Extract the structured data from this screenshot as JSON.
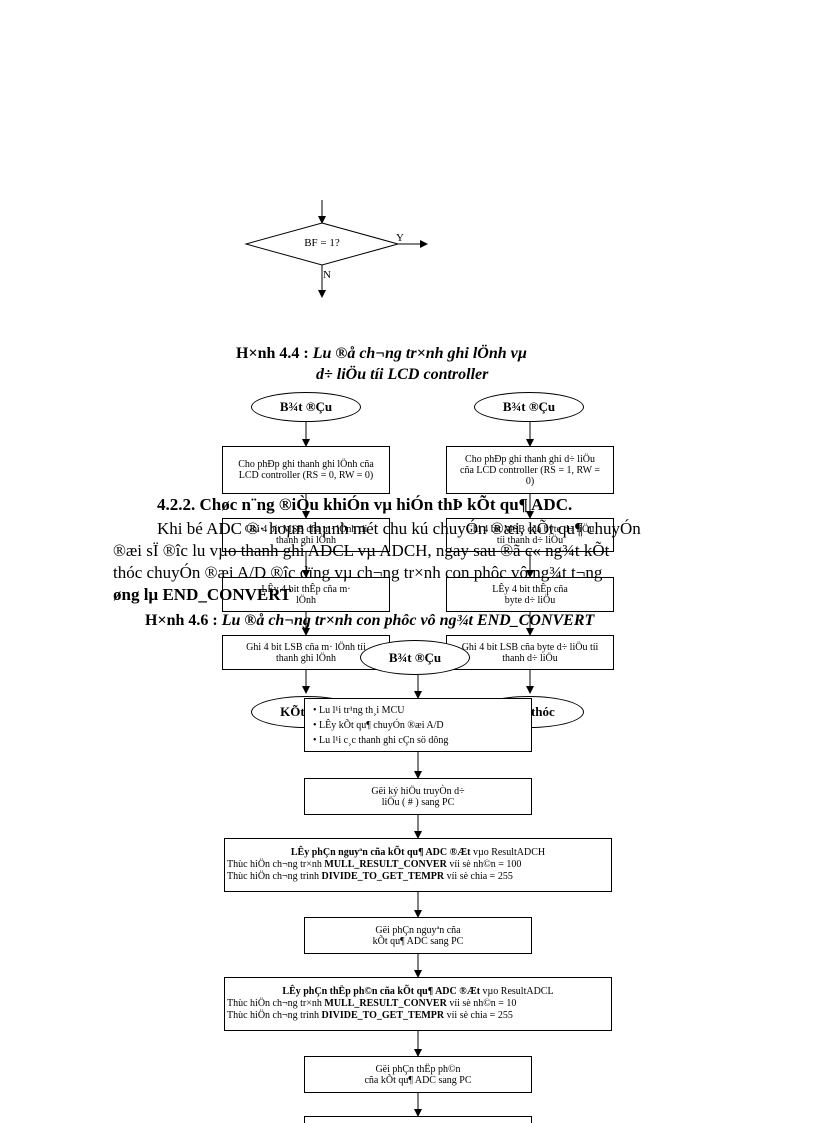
{
  "decision": {
    "label": "BF = 1?",
    "yes": "Y",
    "no": "N"
  },
  "figure_4_4": {
    "label": "H×nh 4.4",
    "sep": " : ",
    "title_line1": "Lu   ®å ch¬ng   tr×nh ghi lÖnh vµ",
    "title_line2": "d÷ liÖu tíi LCD controller"
  },
  "left_flow": {
    "start": "B¾t ®Çu",
    "step1": "Cho phÐp ghi thanh ghi lÖnh cña LCD controller (RS = 0, RW = 0)",
    "step2": "Ghi 4 bit MSB cña m· lÖnh tíi thanh ghi lÖnh",
    "step3": "LÊy 4 bit thÊp cña m· lÖnh",
    "step4": "Ghi 4 bit LSB cña m· lÖnh tíi thanh ghi lÖnh",
    "end": "KÕt thóc"
  },
  "right_flow": {
    "start": "B¾t ®Çu",
    "step1": "Cho phÐp ghi thanh ghi d÷ liÖu cña LCD controller (RS = 1, RW = 0)",
    "step2": "Ghi 4 bit MSB cña byte d÷ liÖu tíi thanh d÷ liÖu",
    "step3": "LÊy 4 bit thÊp cña byte d÷ liÖu",
    "step4": "Ghi 4 bit LSB cña byte d÷ liÖu tíi thanh d÷ liÖu",
    "end": "KÕt thóc"
  },
  "section": {
    "heading": "4.2.2. Chøc n¨ng ®iÒu khiÓn vµ hiÓn thÞ kÕt qu¶ ADC."
  },
  "body_lines": {
    "line1": "Khi bé ADC ®· hoµn thµnh mét chu kú chuyÓn ®æi, kÕt qu¶ chuyÓn",
    "line2": "®æi sÏ ®­îc lu vµo thanh ghi ADCL vµ ADCH, ngay sau ®ã c« ng¾t kÕt",
    "line3": "thóc chuyÓn ®æi A/D ®­îc dïng vµ ch¬ng tr×nh con phôc vô ng¾t t¬ng",
    "line4": "øng lµ END_CONVERT"
  },
  "figure_4_6": {
    "label": "H×nh 4.6",
    "sep": " : ",
    "title": "Lu   ®å ch¬ng   tr×nh con phôc vô ng¾t END_CONVERT"
  },
  "isr_flow": {
    "start": "B¾t ®Çu",
    "bullets": [
      "Lu  l¹i tr¹ng th¸i MCU",
      "LÊy kÕt qu¶ chuyÓn ®æi A/D",
      "Lu  l¹i c¸c thanh ghi cÇn sö dông"
    ],
    "send_hash_line1": "Gëi ký hiÖu truyÒn d÷",
    "send_hash_line2": "liÖu ( # ) sang PC",
    "int_block": {
      "l1_bold": "LÊy phÇn nguyªn cña kÕt qu¶ ADC ®Æt",
      "l1_rest": " vµo ResultADCH",
      "l2_pre": "Thùc hiÖn ch¬ng  tr×nh ",
      "l2_bold": "MULL_RESULT_CONVER",
      "l2_post": "  víi sè nh©n = 100",
      "l3_pre": "Thùc hiÖn ch¬ng trình ",
      "l3_bold": "DIVIDE_TO_GET_TEMPR",
      "l3_post": "  víi sè chia = 255"
    },
    "send_int_line1": "Gëi phÇn nguyªn cña",
    "send_int_line2": "kÕt qu¶ ADC sang PC",
    "frac_block": {
      "l1_bold": "LÊy phÇn thËp ph©n cña kÕt qu¶ ADC ®Æt",
      "l1_rest": " vµo ResultADCL",
      "l2_pre": "Thùc hiÖn ch¬ng  tr×nh ",
      "l2_bold": "MULL_RESULT_CONVER",
      "l2_post": "  víi sè nh©n = 10",
      "l3_pre": "Thùc hiÖn ch¬ng trình ",
      "l3_bold": "DIVIDE_TO_GET_TEMPR",
      "l3_post": "  víi sè chia = 255"
    },
    "send_frac_line1": "Gëi phÇn thËp ph©n",
    "send_frac_line2": "cña kÕt qu¶ ADC sang PC"
  }
}
